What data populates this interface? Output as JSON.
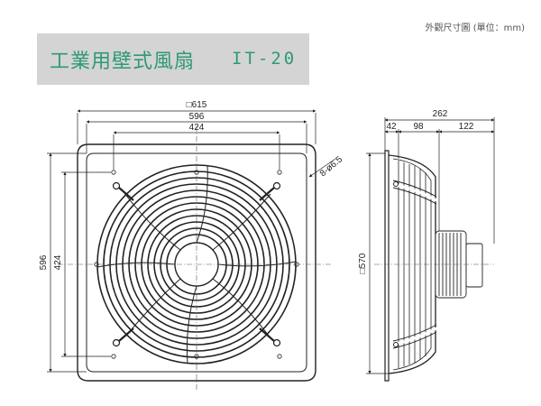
{
  "header": {
    "note": "外觀尺寸圖 (單位：mm)"
  },
  "title": {
    "name": "工業用壁式風扇",
    "model": "IT-20"
  },
  "dimensions": {
    "front": {
      "frame_outer": "□615",
      "width_mid": "596",
      "bolt_span": "424",
      "hole": "8-ø6.5",
      "height_outer": "596",
      "height_inner": "424"
    },
    "side": {
      "depth_total": "262",
      "seg_1": "42",
      "seg_2": "98",
      "seg_3": "122",
      "height": "□570"
    }
  },
  "colors": {
    "title": "#2e9a73",
    "banner": "#d4d4d4",
    "line": "#222222"
  }
}
